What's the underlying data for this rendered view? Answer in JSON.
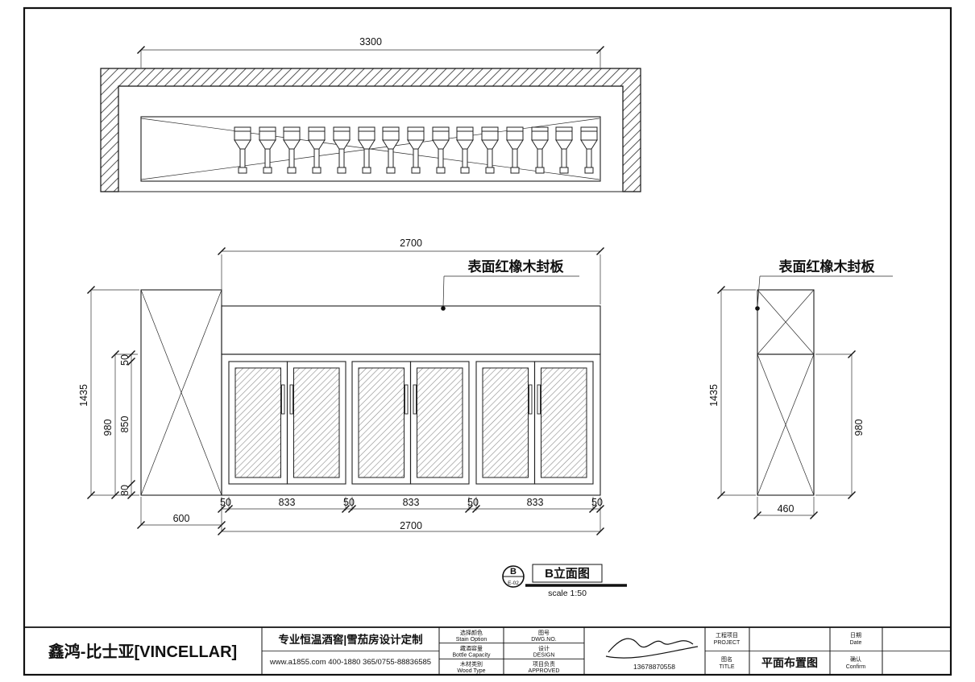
{
  "plan": {
    "dim_width": "3300"
  },
  "elevation": {
    "oak_label": "表面红橡木封板",
    "dim_top": "2700",
    "dim_total_h": "1435",
    "dim_cab_h": "980",
    "dim_top_rail": "50",
    "dim_door_h": "850",
    "dim_kick": "80",
    "chain": [
      "50",
      "833",
      "50",
      "833",
      "50",
      "833",
      "50"
    ],
    "dim_left_w": "600",
    "dim_bottom": "2700"
  },
  "side": {
    "oak_label": "表面红橡木封板",
    "dim_total_h": "1435",
    "dim_cab_h": "980",
    "dim_depth": "460"
  },
  "marker": {
    "letter": "B",
    "ref": "E-02",
    "view_title": "B立面图",
    "scale": "scale 1:50"
  },
  "title_block": {
    "company": "鑫鸿-比士亚[VINCELLAR]",
    "tagline": "专业恒温酒窖|雪茄房设计定制",
    "contact": "www.a1855.com 400-1880 365/0755-88836585",
    "stain_cn": "选择颜色",
    "stain_en": "Stain Option",
    "capacity_cn": "藏酒容量",
    "capacity_en": "Bottle Capacity",
    "wood_cn": "木材类别",
    "wood_en": "Wood Type",
    "dwg_cn": "图号",
    "dwg_en": "DWG.NO.",
    "design_cn": "设计",
    "design_en": "DESIGN",
    "approved_cn": "项目负责",
    "approved_en": "APPROVED",
    "project_cn": "工程项目",
    "project_en": "PROJECT",
    "titlelbl_cn": "图名",
    "titlelbl_en": "TITLE",
    "date_cn": "日期",
    "date_en": "Date",
    "confirm_cn": "确认",
    "confirm_en": "Confirm",
    "drawing_title": "平面布置图",
    "phone": "13678870558"
  }
}
